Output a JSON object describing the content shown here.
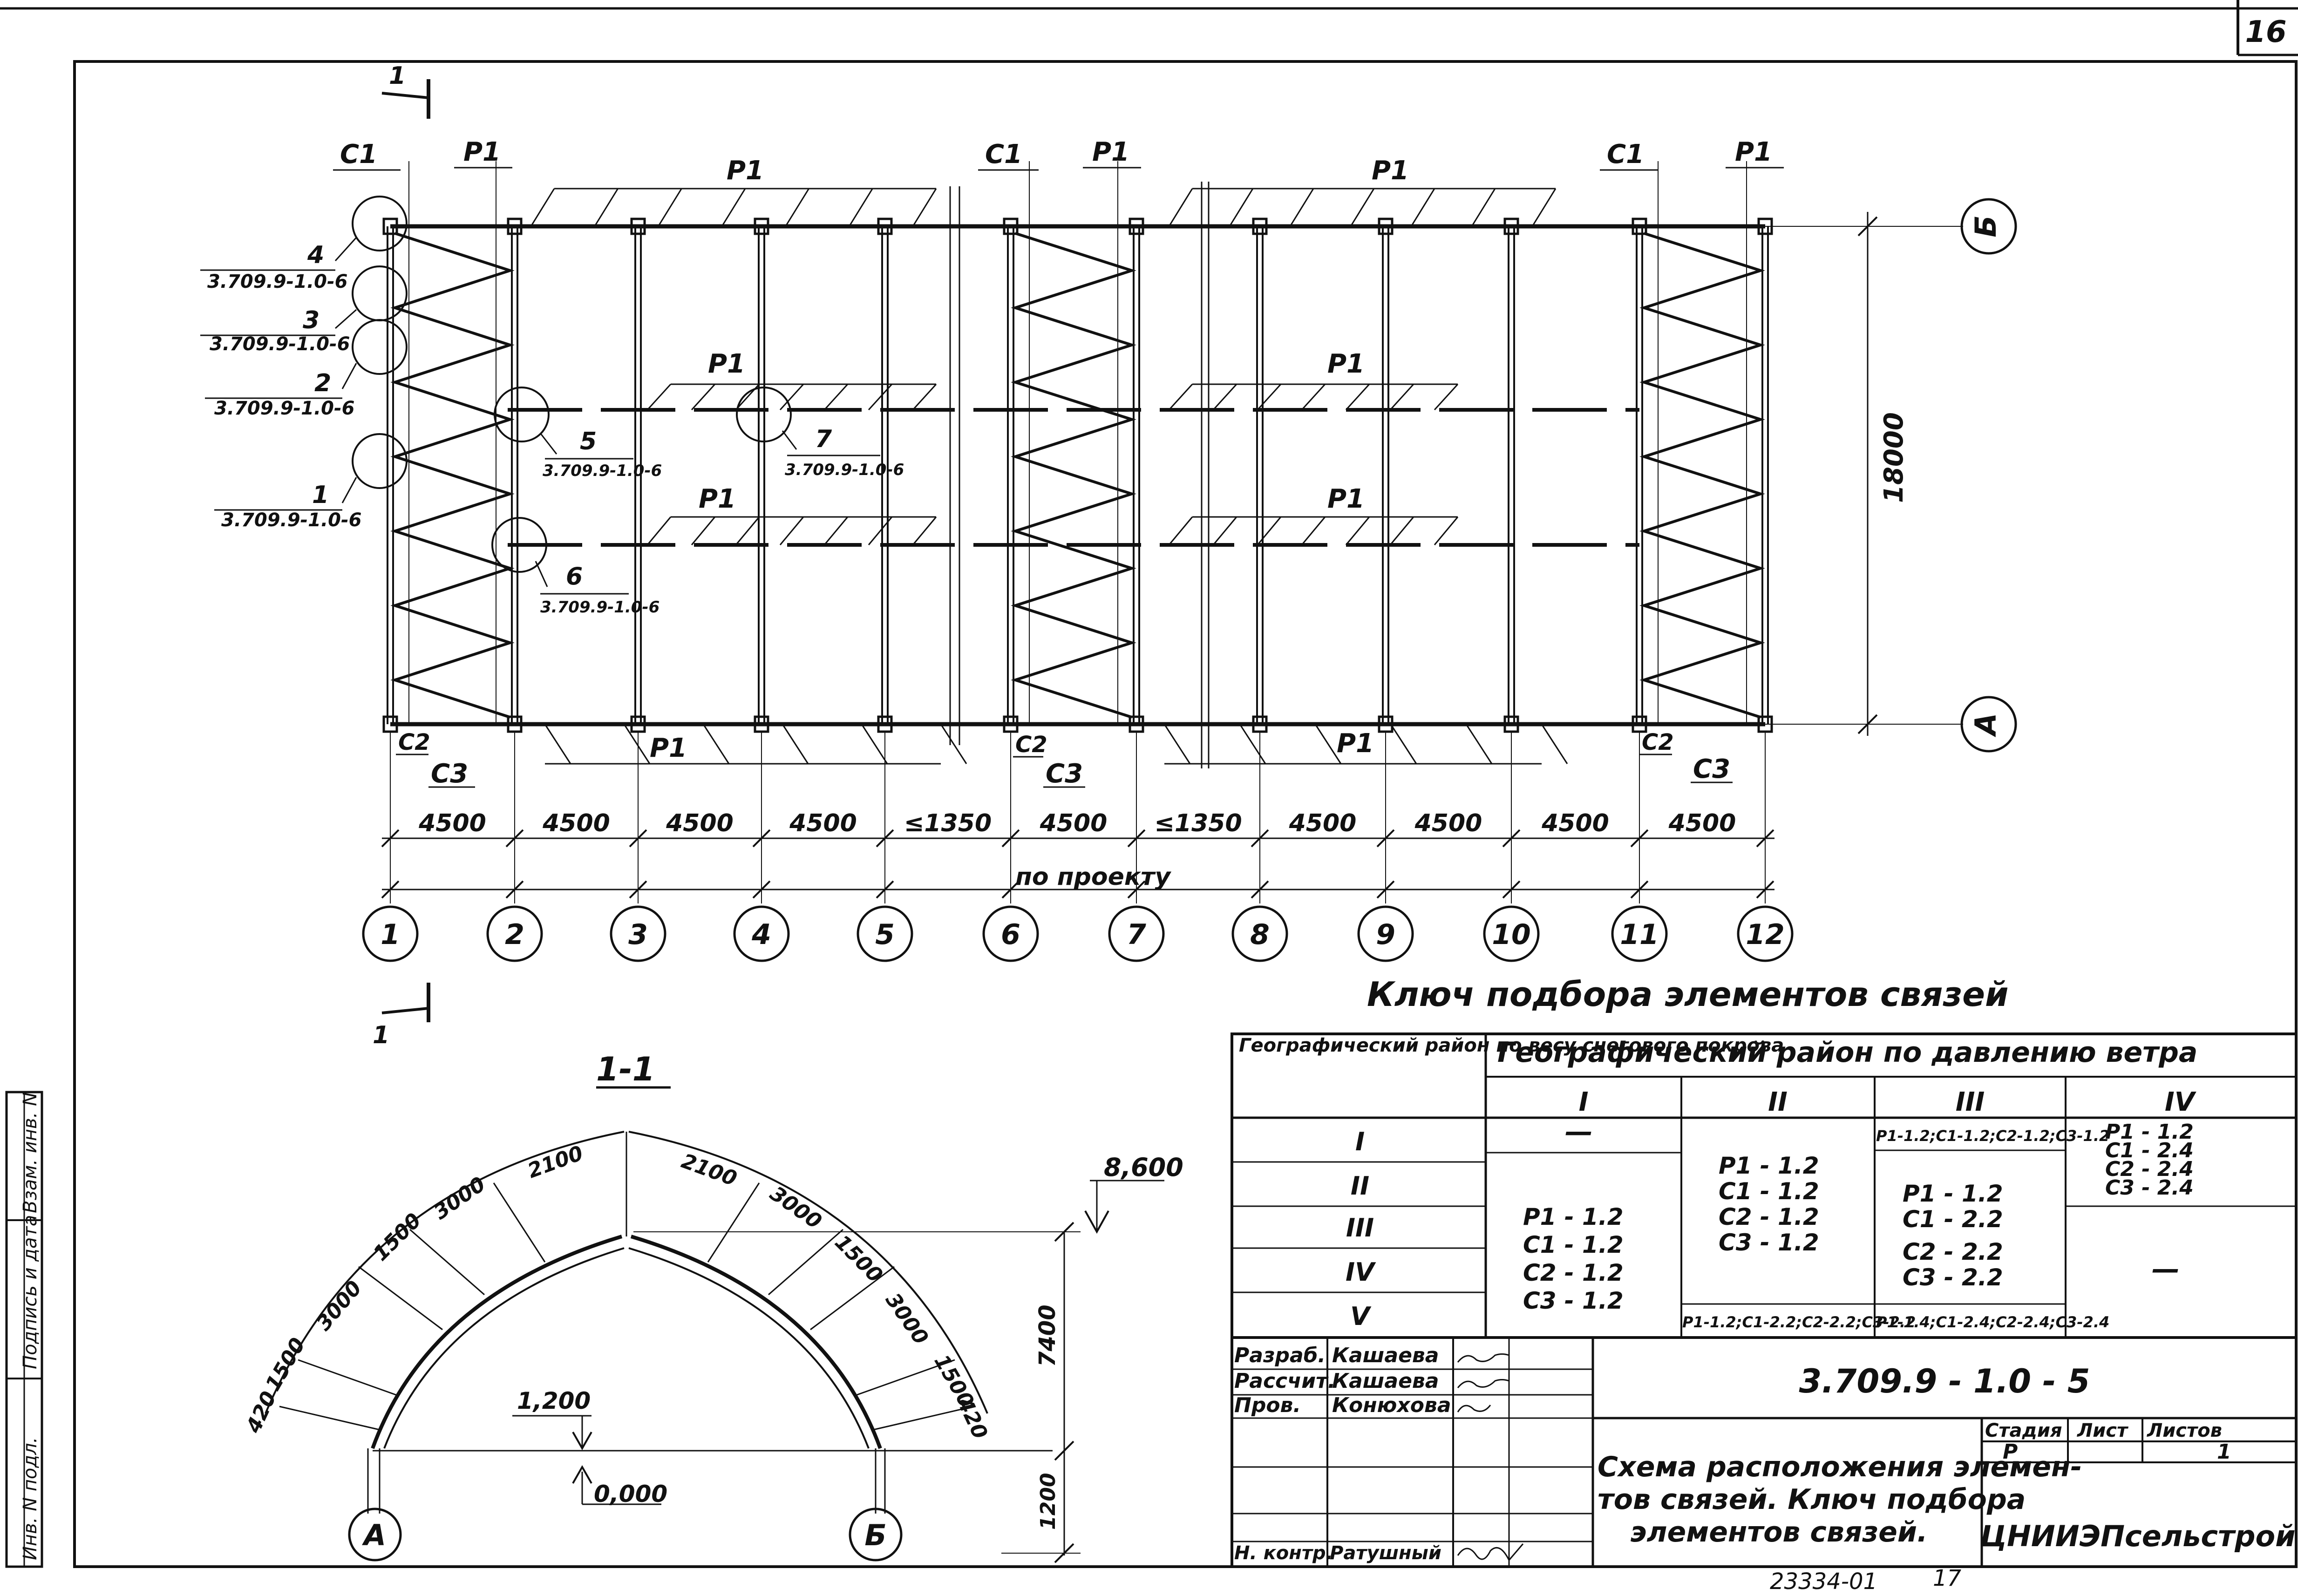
{
  "sheet_number": "16",
  "plan": {
    "section_mark": "1",
    "axes_letters": [
      "Б",
      "А"
    ],
    "axes_numbers": [
      "1",
      "2",
      "3",
      "4",
      "5",
      "6",
      "7",
      "8",
      "9",
      "10",
      "11",
      "12"
    ],
    "dims": [
      "4500",
      "4500",
      "4500",
      "4500",
      "≤1350",
      "4500",
      "≤1350",
      "4500",
      "4500",
      "4500",
      "4500"
    ],
    "dim_total": "по проекту",
    "dim_height": "18000",
    "bay_labels": {
      "c1": "С1",
      "p1": "Р1",
      "c2": "С2",
      "c3": "С3"
    },
    "node_refs": [
      {
        "num": "4",
        "code": "3.709.9-1.0-6"
      },
      {
        "num": "3",
        "code": "3.709.9-1.0-6"
      },
      {
        "num": "2",
        "code": "3.709.9-1.0-6"
      },
      {
        "num": "1",
        "code": "3.709.9-1.0-6"
      },
      {
        "num": "5",
        "code": "3.709.9-1.0-6"
      },
      {
        "num": "6",
        "code": "3.709.9-1.0-6"
      },
      {
        "num": "7",
        "code": "3.709.9-1.0-6"
      }
    ]
  },
  "section": {
    "title": "1-1",
    "left_arc_dims": [
      "420",
      "1500",
      "3000",
      "1500",
      "3000",
      "2100"
    ],
    "right_arc_dims": [
      "2100",
      "3000",
      "1500",
      "3000",
      "1500",
      "420"
    ],
    "elev_top": "8,600",
    "elev_mid": "1,200",
    "elev_zero": "0,000",
    "height_dim": "7400",
    "base_dim": "1200",
    "axes": [
      "А",
      "Б"
    ]
  },
  "key_table": {
    "title": "Ключ подбора элементов связей",
    "col0_header": "Географический район по весу снегового покрова",
    "wind_header": "Географический район по давлению ветра",
    "wind_cols": [
      "I",
      "II",
      "III",
      "IV"
    ],
    "snow_rows": [
      "I",
      "II",
      "III",
      "IV",
      "V"
    ],
    "cells": {
      "c1_dash": "—",
      "c1_block": [
        "Р1 - 1.2",
        "С1 - 1.2",
        "С2 - 1.2",
        "С3 - 1.2"
      ],
      "c2_block": [
        "Р1 - 1.2",
        "С1 - 1.2",
        "С2 - 1.2",
        "С3 - 1.2"
      ],
      "c2_bottom": "Р1-1.2;С1-2.2;С2-2.2;С3-2.2",
      "c3_top": "Р1-1.2;С1-1.2;С2-1.2;С3-1.2",
      "c3_block": [
        "Р1 - 1.2",
        "С1 - 2.2",
        "С2 - 2.2",
        "С3 - 2.2"
      ],
      "c3_bottom": "Р1-1.4;С1-2.4;С2-2.4;С3-2.4",
      "c4_top": [
        "Р1 - 1.2",
        "С1 - 2.4",
        "С2 - 2.4",
        "С3 - 2.4"
      ],
      "c4_dash": "—"
    }
  },
  "title_block": {
    "code": "3.709.9 - 1.0 - 5",
    "roles": [
      {
        "role": "Разраб.",
        "name": "Кашаева"
      },
      {
        "role": "Рассчит.",
        "name": "Кашаева"
      },
      {
        "role": "Пров.",
        "name": "Конюхова"
      },
      {
        "role": "Н. контр.",
        "name": "Ратушный"
      }
    ],
    "description": [
      "Схема расположения элемен-",
      "тов связей. Ключ подбора",
      "элементов связей."
    ],
    "stage_label": "Стадия",
    "sheet_label": "Лист",
    "sheets_label": "Листов",
    "stage_value": "Р",
    "sheets_value": "1",
    "org": "ЦНИИЭПсельстрой"
  },
  "side_stamp": [
    "Инв. N подл.",
    "Подпись и дата",
    "Взам. инв. N"
  ],
  "bottom_numbers": [
    "23334-01",
    "17"
  ]
}
